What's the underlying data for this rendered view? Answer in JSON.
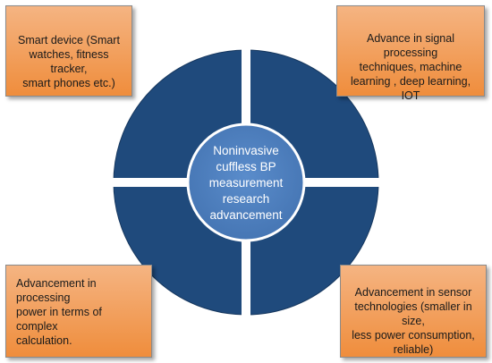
{
  "colors": {
    "quadrant": "#1f4a7c",
    "center": "#4c7fbf",
    "box_top": "#f5b482",
    "box_bottom": "#ef8d3c",
    "separator": "#ffffff"
  },
  "center": {
    "label": "Noninvasive\ncuffless BP\nmeasurement\nresearch\nadvancement"
  },
  "boxes": {
    "top_left": "Smart device (Smart\nwatches, fitness tracker,\nsmart phones etc.)",
    "top_right": "Advance in signal processing\ntechniques, machine\nlearning , deep learning, IOT",
    "bottom_left": "Advancement in processing\npower in terms of complex\ncalculation.",
    "bottom_right": "Advancement in sensor\ntechnologies (smaller in size,\nless power consumption,\nreliable)"
  }
}
